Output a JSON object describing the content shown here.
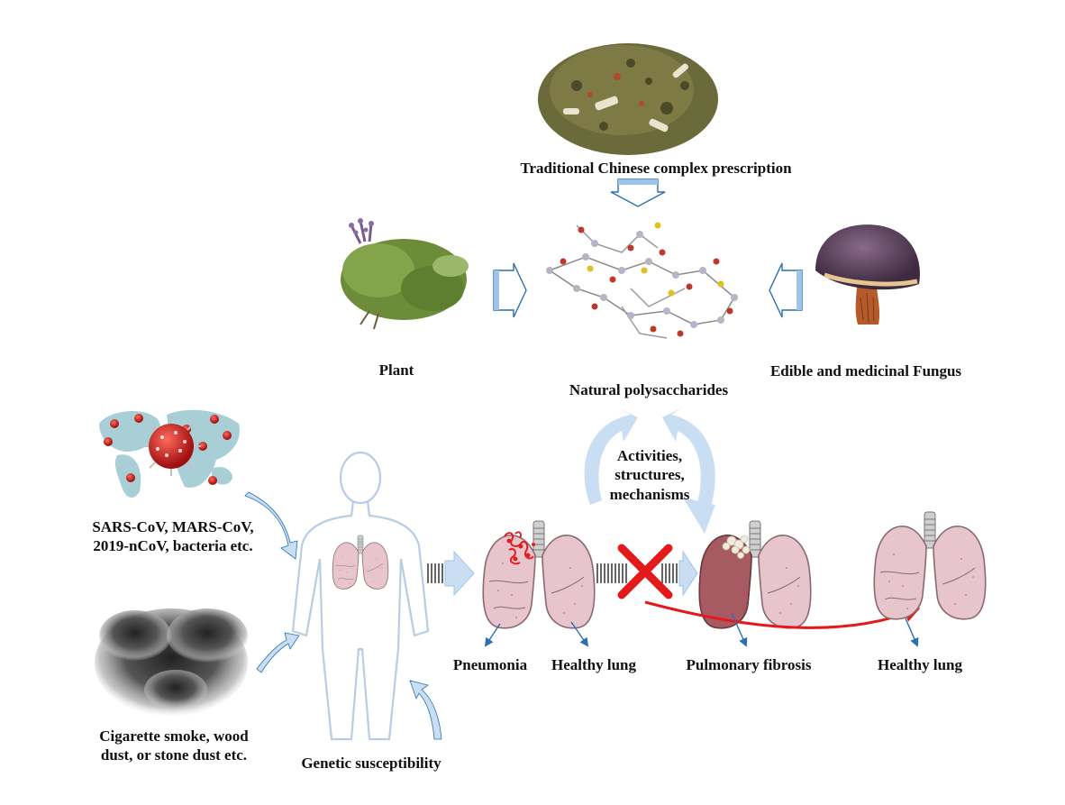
{
  "labels": {
    "tcm": "Traditional Chinese complex prescription",
    "plant": "Plant",
    "polysaccharides": "Natural polysaccharides",
    "fungus": "Edible and medicinal Fungus",
    "activities": [
      "Activities,",
      "structures,",
      "mechanisms"
    ],
    "virus": [
      "SARS-CoV, MARS-CoV,",
      "2019-nCoV, bacteria etc."
    ],
    "smoke": [
      "Cigarette smoke, wood",
      "dust, or stone dust etc."
    ],
    "genetic": "Genetic susceptibility",
    "pneumonia": "Pneumonia",
    "healthy_lung_1": "Healthy lung",
    "fibrosis": "Pulmonary fibrosis",
    "healthy_lung_2": "Healthy lung"
  },
  "icons": [
    "herbs-pile-image",
    "plant-herbs-image",
    "polysaccharide-molecule-image",
    "mushroom-image",
    "world-map-virus-image",
    "smoke-cloud-image",
    "human-body-outline",
    "lungs-image",
    "cross-mark-icon"
  ],
  "colors": {
    "lung_pink": "#e8c4cc",
    "lung_outline": "#8a6a70",
    "fibrosis_lung": "#a85a62",
    "infection_red": "#e02020",
    "cross_red": "#e3191c",
    "arrow_blue": "#c9def2",
    "arrow_blue_dark": "#2a6fb0",
    "body_outline": "#b8cce4",
    "map_teal": "#a8cfd6"
  }
}
